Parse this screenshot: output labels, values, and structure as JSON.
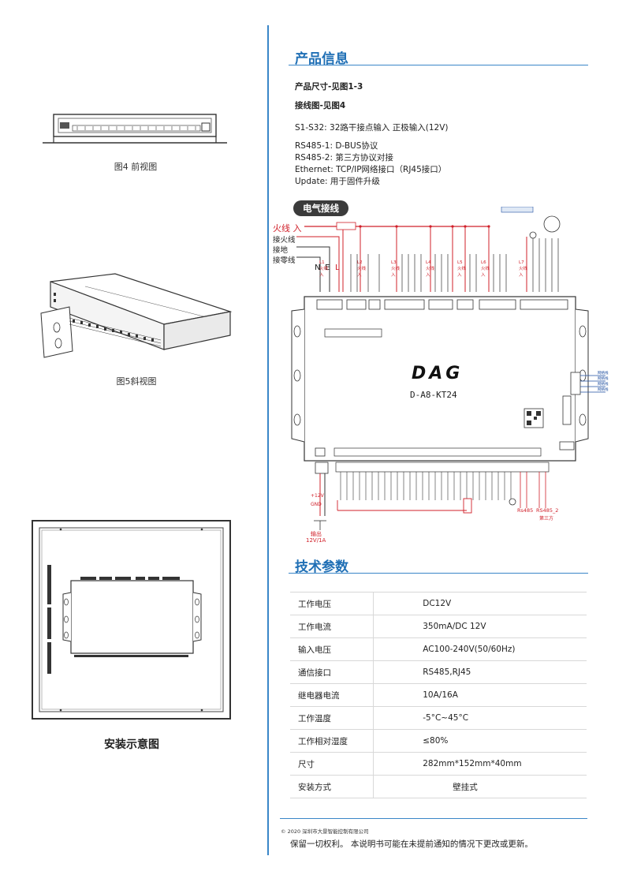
{
  "figures": {
    "front_view_caption": "图4 前视图",
    "oblique_view_caption": "图5斜视图",
    "install_caption": "安装示意图"
  },
  "product_info": {
    "title": "产品信息",
    "size_ref": "产品尺寸-见图1-3",
    "wiring_ref": "接线图-见图4",
    "input_line": "S1-S32: 32路干接点输入 正极输入(12V)",
    "rs485_1": "RS485-1:  D-BUS协议",
    "rs485_2": "RS485-2:  第三方协议对接",
    "ethernet": "Ethernet: TCP/IP网络接口（RJ45接口）",
    "update": "Update: 用于固件升级"
  },
  "wiring": {
    "title": "电气接线",
    "live_in": "火线 入",
    "live": "接火线",
    "ground": "接地",
    "neutral": "接零线",
    "n": "N",
    "e": "E",
    "l": "L",
    "model": "D-A8-KT24",
    "logo": "DAG",
    "output_label": "输出",
    "output_spec": "12V/1A",
    "plus12v": "+12V",
    "gnd": "GND",
    "rs485": "Rs485",
    "rs485_2": "RS485_2",
    "third_party": "第三方",
    "relay_labels": [
      "L1 火线入",
      "L2 火线入",
      "L3 火线入",
      "L4 火线入",
      "L5 火线入",
      "L6 火线入",
      "L7 火线入"
    ],
    "rj45_labels": [
      "网络线",
      "网络线",
      "网络线",
      "网络线"
    ]
  },
  "spec": {
    "title": "技术参数",
    "rows": [
      {
        "k": "工作电压",
        "v": "DC12V"
      },
      {
        "k": "工作电流",
        "v": "350mA/DC 12V"
      },
      {
        "k": "输入电压",
        "v": "AC100-240V(50/60Hz)"
      },
      {
        "k": "通信接口",
        "v": "RS485,RJ45"
      },
      {
        "k": "继电器电流",
        "v": "10A/16A"
      },
      {
        "k": "工作温度",
        "v": "-5°C~45°C"
      },
      {
        "k": "工作相对湿度",
        "v": "≤80%"
      },
      {
        "k": "尺寸",
        "v": "282mm*152mm*40mm"
      },
      {
        "k": "安装方式",
        "v": "壁挂式"
      }
    ]
  },
  "footer": {
    "copyright": "© 2020 深圳市大景智能控制有限公司",
    "notice": "保留一切权利。 本说明书可能在未提前通知的情况下更改或更新。"
  }
}
